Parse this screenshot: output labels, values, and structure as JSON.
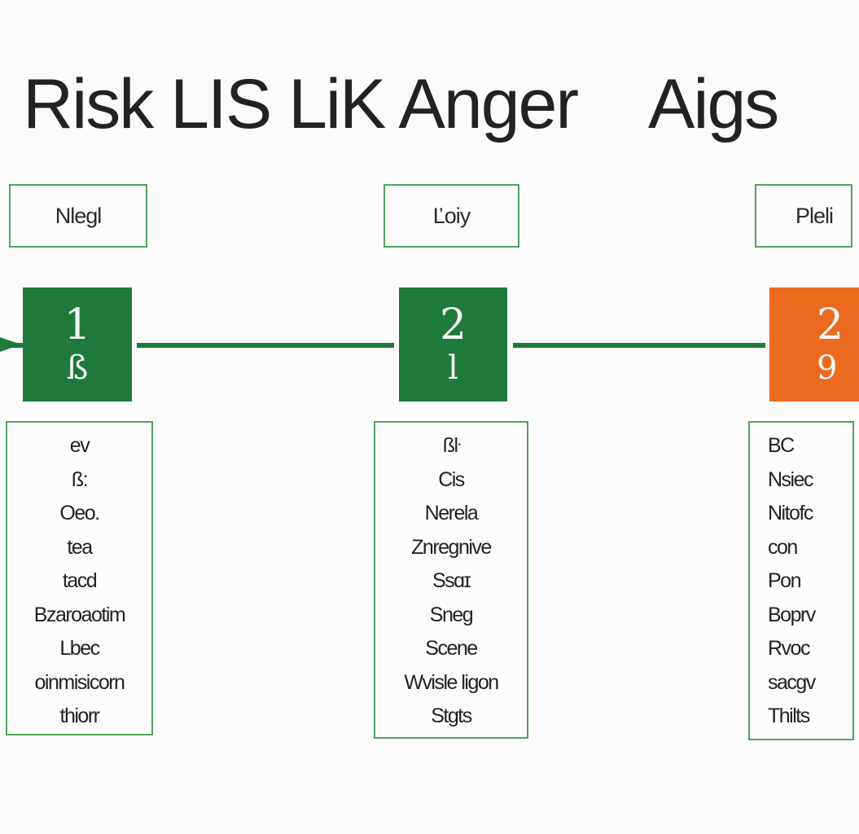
{
  "title": {
    "main": "Risk LIS LiK Anger",
    "end": "Aigs"
  },
  "colors": {
    "green": "#1d7a3a",
    "orange": "#ec6a1e",
    "border": "#4ea45e"
  },
  "stages": [
    {
      "label": "Nlegl",
      "number": "1",
      "sub": "ß",
      "color": "#1d7a3a",
      "details": [
        "ev",
        "ß:",
        "Oeo.",
        "tea",
        "tacd",
        "Bzaroaotim",
        "Lbec",
        "oinmisicorn",
        "thiorr"
      ]
    },
    {
      "label": "Ľoiy",
      "number": "2",
      "sub": "l",
      "color": "#1d7a3a",
      "details": [
        "ßŀ",
        "Cis",
        "Nerela",
        "Znregnive",
        "Ssɑɪ",
        "Sneg",
        "Scene",
        "Wvisle ligon",
        "Stgts"
      ]
    },
    {
      "label": "Pleli",
      "number": "2",
      "sub": "9",
      "color": "#ec6a1e",
      "details": [
        "BC",
        "Nsiec",
        "Nitofc",
        "con",
        "Pon",
        "Boprv",
        "Rvoc",
        "sacgv",
        "Thilts"
      ]
    }
  ]
}
